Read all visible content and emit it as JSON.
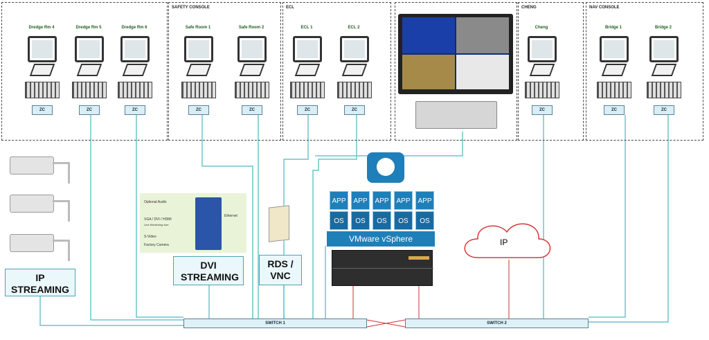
{
  "zones": [
    {
      "id": "dredge",
      "label": "",
      "workstations": [
        "Dredge Rm 4",
        "Dredge Rm 5",
        "Dredge Rm 6"
      ]
    },
    {
      "id": "safety",
      "label": "SAFETY CONSOLE",
      "workstations": [
        "Safe Room 1",
        "Safe Room 2"
      ]
    },
    {
      "id": "ecl",
      "label": "ECL",
      "workstations": [
        "ECL 1",
        "ECL 2"
      ]
    },
    {
      "id": "hmi",
      "label": "",
      "workstations": []
    },
    {
      "id": "cheng",
      "label": "CHENG",
      "workstations": [
        "Cheng"
      ]
    },
    {
      "id": "nav",
      "label": "NAV CONSOLE",
      "workstations": [
        "Bridge 1",
        "Bridge 2"
      ]
    }
  ],
  "zc_label": "ZC",
  "ip_streaming": "IP STREAMING",
  "dvi_streaming": "DVI STREAMING",
  "rds_vnc": "RDS / VNC",
  "app_label": "APP",
  "os_label": "OS",
  "vsphere_label": "VMware vSphere",
  "cloud_label": "IP",
  "switch1": "SWITCH 1",
  "switch2": "SWITCH 2",
  "dvi_panel": {
    "optional_audio": "Optional Audio",
    "vga": "VGA / DVI / HDMI",
    "line": "Line Monitoring size",
    "svideo": "S-Video",
    "factory": "Factory Camera",
    "ethernet": "Ethernet"
  },
  "colors": {
    "link": "#6cc6c9",
    "server_link": "#cc3333",
    "accent": "#1f7fb8"
  }
}
